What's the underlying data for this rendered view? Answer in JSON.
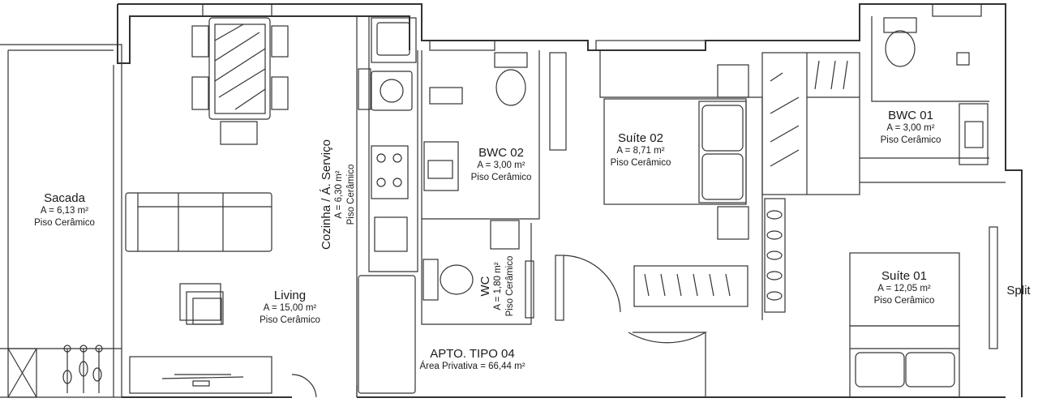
{
  "plan": {
    "title": "APTO. TIPO 04",
    "private_area": "Área Privativa = 66,44 m²",
    "rooms": {
      "sacada": {
        "name": "Sacada",
        "area": "A = 6,13 m²",
        "floor": "Piso Cerâmico"
      },
      "living": {
        "name": "Living",
        "area": "A = 15,00 m²",
        "floor": "Piso Cerâmico"
      },
      "cozinha": {
        "name": "Cozinha / Á. Serviço",
        "area": "A = 6,30 m²",
        "floor": "Piso Cerâmico"
      },
      "bwc02": {
        "name": "BWC 02",
        "area": "A = 3,00 m²",
        "floor": "Piso Cerâmico"
      },
      "wc": {
        "name": "WC",
        "area": "A = 1,80 m²",
        "floor": "Piso Cerâmico"
      },
      "suite02": {
        "name": "Suíte 02",
        "area": "A = 8,71 m²",
        "floor": "Piso Cerâmico"
      },
      "bwc01": {
        "name": "BWC 01",
        "area": "A = 3,00 m²",
        "floor": "Piso Cerâmico"
      },
      "suite01": {
        "name": "Suíte 01",
        "area": "A = 12,05 m²",
        "floor": "Piso Cerâmico"
      }
    },
    "split": "Split"
  }
}
